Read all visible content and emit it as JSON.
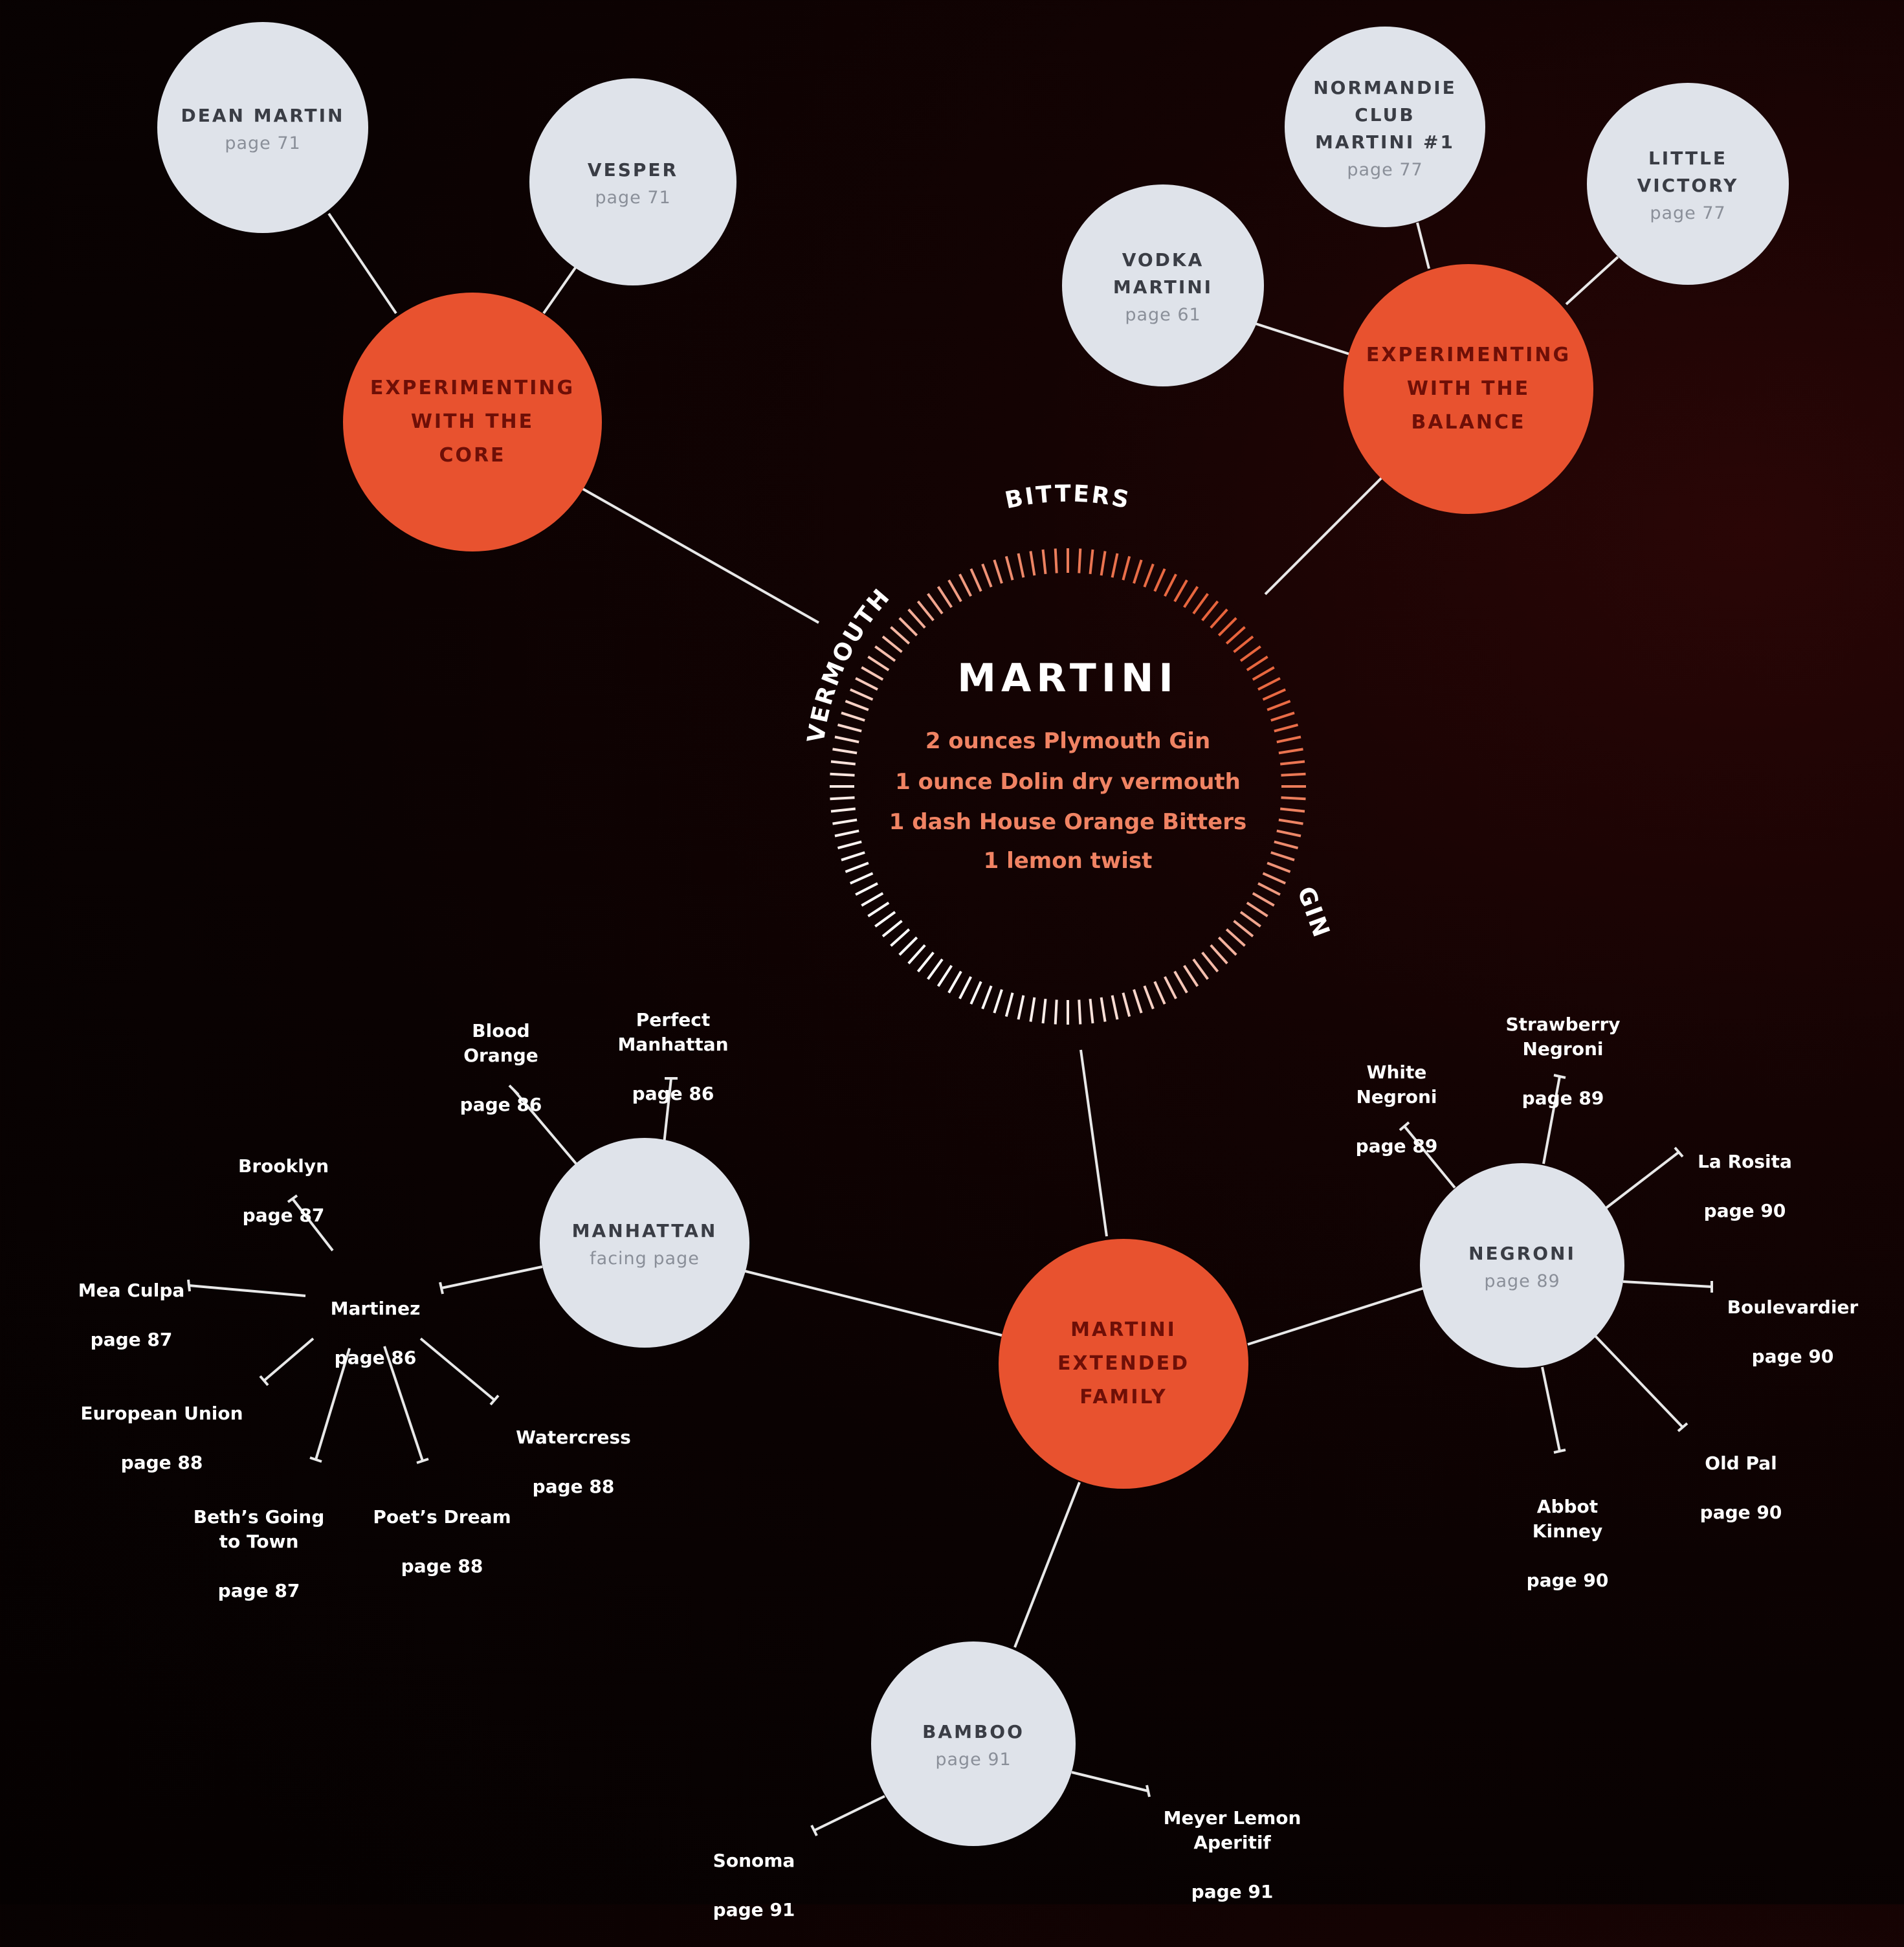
{
  "center": {
    "title": "MARTINI",
    "ingredients": [
      "2 ounces Plymouth Gin",
      "1 ounce Dolin dry vermouth",
      "1 dash House Orange Bitters",
      "1 lemon twist"
    ],
    "axis_labels": {
      "bitters": "BITTERS",
      "vermouth": "VERMOUTH",
      "gin": "GIN"
    }
  },
  "groups": {
    "core": {
      "label": "EXPERIMENTING\nWITH THE\nCORE"
    },
    "balance": {
      "label": "EXPERIMENTING\nWITH THE\nBALANCE"
    },
    "family": {
      "label": "MARTINI\nEXTENDED\nFAMILY"
    }
  },
  "cocktails": {
    "dean_martin": {
      "name": "DEAN MARTIN",
      "page": "page 71"
    },
    "vesper": {
      "name": "VESPER",
      "page": "page 71"
    },
    "normandie": {
      "name": "NORMANDIE\nCLUB\nMARTINI #1",
      "page": "page 77"
    },
    "little_victory": {
      "name": "LITTLE\nVICTORY",
      "page": "page 77"
    },
    "vodka_martini": {
      "name": "VODKA\nMARTINI",
      "page": "page 61"
    },
    "manhattan": {
      "name": "MANHATTAN",
      "page": "facing page"
    },
    "negroni": {
      "name": "NEGRONI",
      "page": "page 89"
    },
    "bamboo": {
      "name": "BAMBOO",
      "page": "page 91"
    }
  },
  "variations": {
    "blood_orange": {
      "name": "Blood\nOrange",
      "page": "page 86"
    },
    "perfect_manhattan": {
      "name": "Perfect\nManhattan",
      "page": "page 86"
    },
    "brooklyn": {
      "name": "Brooklyn",
      "page": "page 87"
    },
    "mea_culpa": {
      "name": "Mea Culpa",
      "page": "page 87"
    },
    "martinez": {
      "name": "Martinez",
      "page": "page 86"
    },
    "european_union": {
      "name": "European Union",
      "page": "page 88"
    },
    "watercress": {
      "name": "Watercress",
      "page": "page 88"
    },
    "beths_going": {
      "name": "Beth’s Going\nto Town",
      "page": "page 87"
    },
    "poets_dream": {
      "name": "Poet’s Dream",
      "page": "page 88"
    },
    "white_negroni": {
      "name": "White\nNegroni",
      "page": "page 89"
    },
    "strawberry_negroni": {
      "name": "Strawberry\nNegroni",
      "page": "page 89"
    },
    "la_rosita": {
      "name": "La Rosita",
      "page": "page 90"
    },
    "boulevardier": {
      "name": "Boulevardier",
      "page": "page 90"
    },
    "old_pal": {
      "name": "Old Pal",
      "page": "page 90"
    },
    "abbot_kinney": {
      "name": "Abbot\nKinney",
      "page": "page 90"
    },
    "sonoma": {
      "name": "Sonoma",
      "page": "page 91"
    },
    "meyer_lemon": {
      "name": "Meyer Lemon\nAperitif",
      "page": "page 91"
    }
  },
  "colors": {
    "accent": "#e8522f",
    "node_light": "#dfe3ea",
    "ingredient_text": "#f08363",
    "background": "#0a0202"
  }
}
